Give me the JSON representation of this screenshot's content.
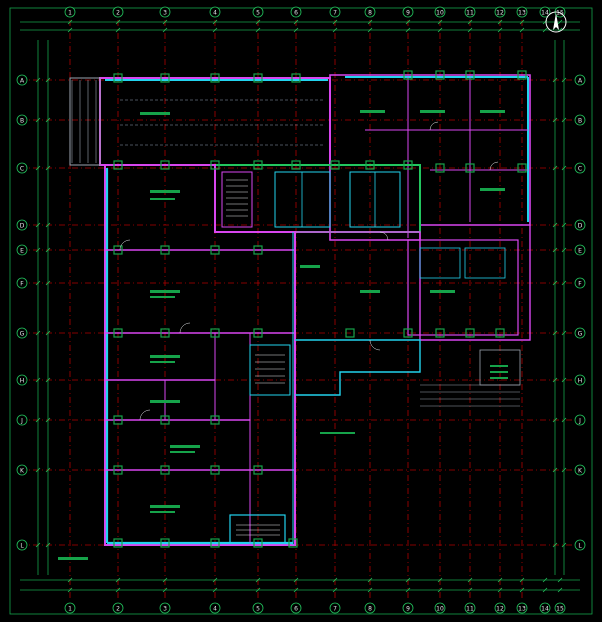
{
  "drawing": {
    "type": "architectural-floor-plan",
    "background": "#000000",
    "colors": {
      "axis_line": "#c00000",
      "dimension": "#22c55e",
      "wall_cyan": "#22d3ee",
      "wall_magenta": "#d946ef",
      "column_green": "#16a34a",
      "text_white": "#e5e7eb",
      "frame": "#22c55e",
      "north_arrow": "#ffffff"
    },
    "grid_labels_top": [
      "1",
      "2",
      "3",
      "4",
      "5",
      "6",
      "7",
      "8",
      "9",
      "10",
      "11",
      "12",
      "13",
      "14",
      "15"
    ],
    "grid_labels_bottom": [
      "1",
      "2",
      "3",
      "4",
      "5",
      "6",
      "7",
      "8",
      "9",
      "10",
      "11",
      "12",
      "13",
      "14",
      "15"
    ],
    "grid_labels_left": [
      "A",
      "B",
      "C",
      "D",
      "E",
      "F",
      "G",
      "H",
      "J",
      "K",
      "L"
    ],
    "grid_labels_right": [
      "A",
      "B",
      "C",
      "D",
      "E",
      "F",
      "G",
      "H",
      "J",
      "K",
      "L"
    ],
    "north_arrow_icon": "north-arrow-icon"
  }
}
